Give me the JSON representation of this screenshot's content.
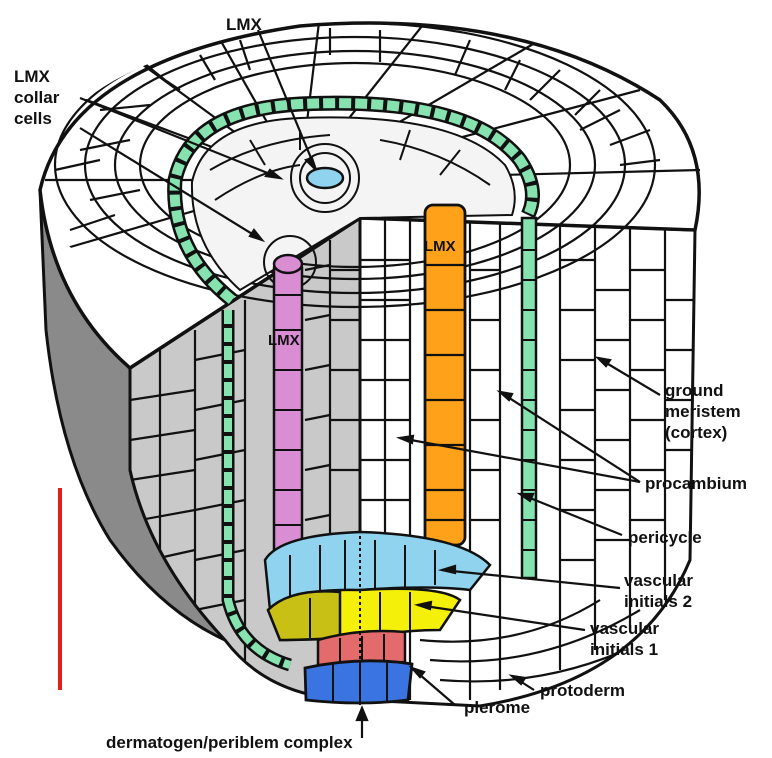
{
  "labels": {
    "lmx_top": "LMX",
    "lmx_collar": [
      "LMX",
      "collar",
      "cells"
    ],
    "lmx_orange": "LMX",
    "lmx_pink": "LMX",
    "ground_meristem": [
      "ground",
      "meristem",
      "(cortex)"
    ],
    "procambium": "procambium",
    "pericycle": "pericycle",
    "vascular_initials_2": [
      "vascular",
      "initials 2"
    ],
    "vascular_initials_1": [
      "vascular",
      "initials 1"
    ],
    "protoderm": "protoderm",
    "plerome": "plerome",
    "dermatogen": "dermatogen/periblem complex"
  },
  "colors": {
    "outline": "#111111",
    "cell_fill": "#ffffff",
    "cut_face": "#c9c9c9",
    "shadow_face": "#8a8a8a",
    "pericycle_green": "#86e3b0",
    "lmx_blue": "#8fd3ef",
    "lmx_orange": "#ffa21a",
    "lmx_pink": "#d98ed3",
    "vascular_initials_2": "#8fd3ef",
    "vascular_initials_1": "#f5f00a",
    "olive": "#c9c015",
    "plerome_red": "#e36b6b",
    "dermatogen_blue": "#3a74e0",
    "scale_bar": "#e0201c"
  }
}
